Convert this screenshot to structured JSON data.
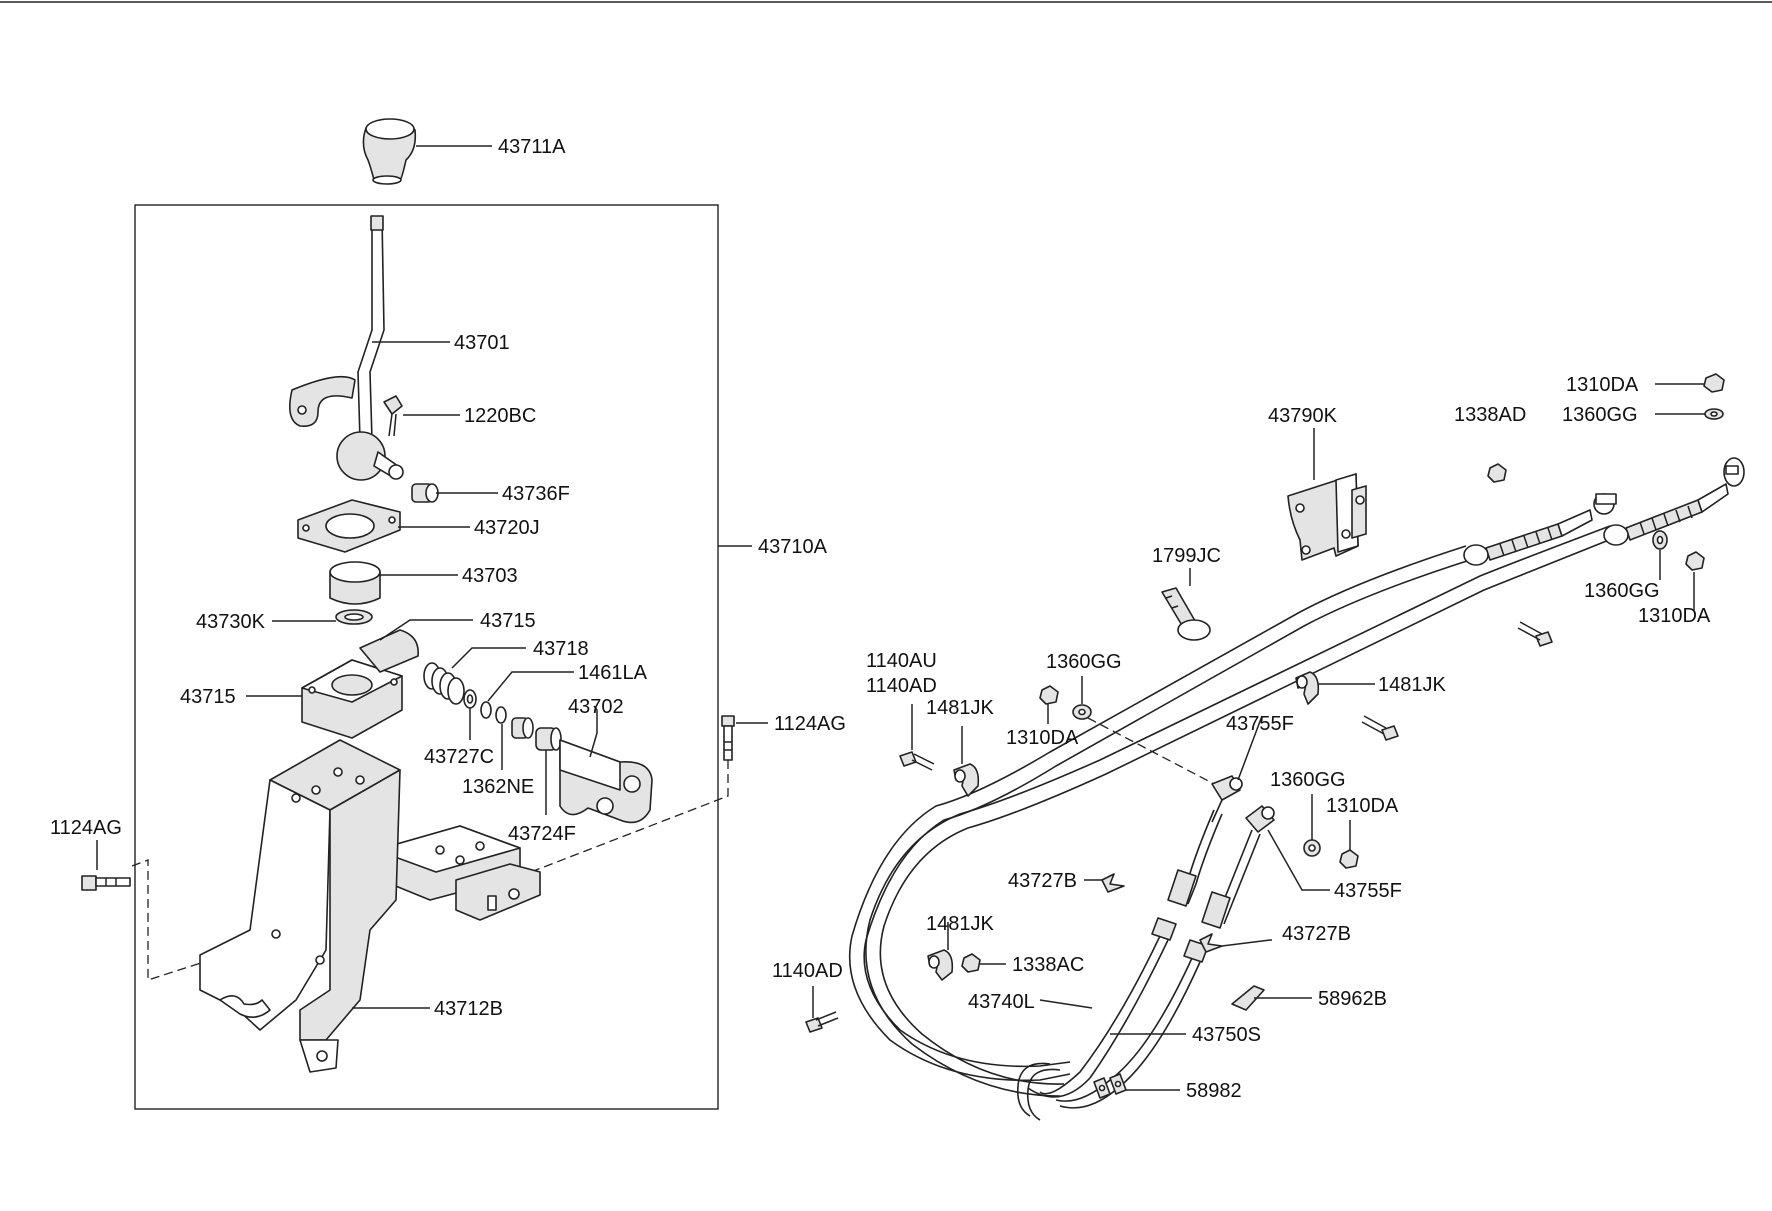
{
  "assembly": {
    "shift_knob": "43711A",
    "lever": "43701",
    "lever_bolt": "1220BC",
    "bushing": "43736F",
    "plate": "43720J",
    "ball_socket": "43703",
    "washer": "43730K",
    "housing_upper": "43715",
    "housing": "43715",
    "spring": "43718",
    "clip": "1461LA",
    "bracket_arm": "43702",
    "washer_small": "43727C",
    "ring": "1362NE",
    "bush_small": "43724F",
    "assembly_ref": "43710A",
    "bolt_right": "1124AG",
    "bolt_left": "1124AG",
    "base_bracket": "43712B"
  },
  "cables": {
    "nut_top": "1310DA",
    "washer_top": "1360GG",
    "nut_mid": "1338AD",
    "cable_bracket": "43790K",
    "tie": "1799JC",
    "washer_right": "1360GG",
    "nut_right": "1310DA",
    "clip_right": "1481JK",
    "bolt_left_a": "1140AU",
    "bolt_left_b": "1140AD",
    "clip_mid": "1481JK",
    "washer_mid": "1360GG",
    "nut_mid2": "1310DA",
    "end_upper": "43755F",
    "washer_lower": "1360GG",
    "nut_lower": "1310DA",
    "retainer_upper": "43727B",
    "end_lower": "43755F",
    "clip_lower": "1481JK",
    "nut_lower2": "1338AC",
    "retainer_lower": "43727B",
    "bolt_lower": "1140AD",
    "select_cable": "43740L",
    "pad": "58962B",
    "shift_cable": "43750S",
    "clamp": "58982"
  }
}
